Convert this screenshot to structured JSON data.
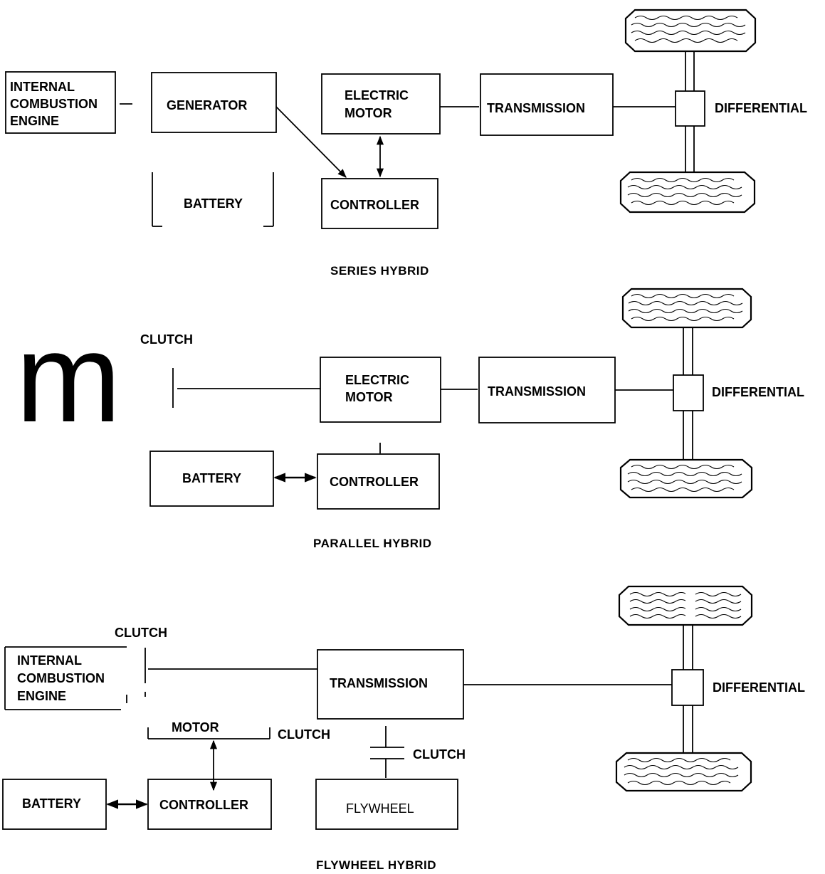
{
  "diagrams": {
    "series": {
      "title": "SERIES HYBRID",
      "engine": [
        "INTERNAL",
        "COMBUSTION",
        "ENGINE"
      ],
      "generator": "GENERATOR",
      "motor": [
        "ELECTRIC",
        "MOTOR"
      ],
      "transmission": "TRANSMISSION",
      "differential": "DIFFERENTIAL",
      "battery": "BATTERY",
      "controller": "CONTROLLER"
    },
    "parallel": {
      "title": "PARALLEL HYBRID",
      "big_glyph": "m",
      "clutch": "CLUTCH",
      "motor": [
        "ELECTRIC",
        "MOTOR"
      ],
      "transmission": "TRANSMISSION",
      "differential": "DIFFERENTIAL",
      "battery": "BATTERY",
      "controller": "CONTROLLER"
    },
    "flywheel": {
      "title": "FLYWHEEL HYBRID",
      "clutch_top": "CLUTCH",
      "engine": [
        "INTERNAL",
        "COMBUSTION",
        "ENGINE"
      ],
      "transmission": "TRANSMISSION",
      "differential": "DIFFERENTIAL",
      "motor_partial": "MOTOR",
      "clutch_motor": "CLUTCH",
      "clutch_flywheel": "CLUTCH",
      "battery": "BATTERY",
      "controller": "CONTROLLER",
      "flywheel": "FLYWHEEL"
    }
  }
}
